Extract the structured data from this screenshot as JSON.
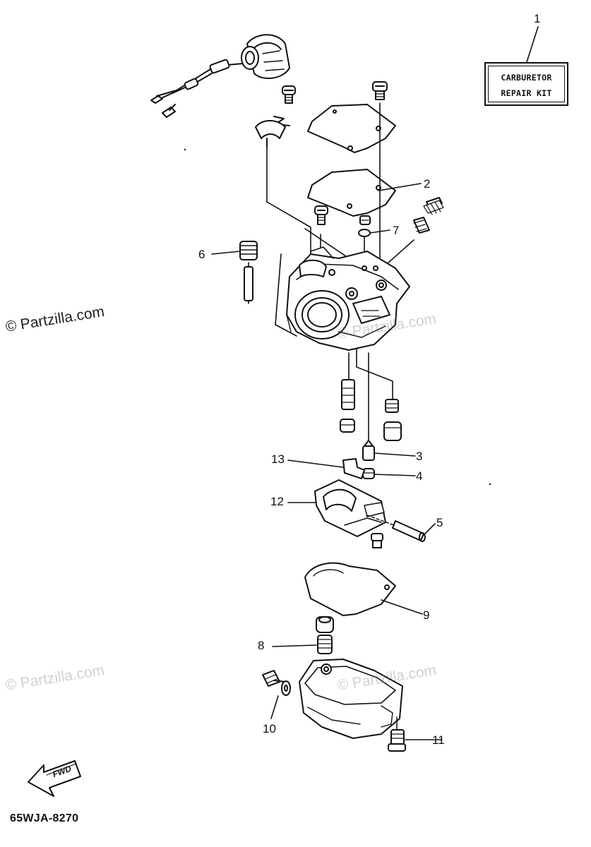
{
  "repair_kit": {
    "line1": "CARBURETOR",
    "line2": "REPAIR KIT"
  },
  "callouts": {
    "c1": "1",
    "c2": "2",
    "c3": "3",
    "c4": "4",
    "c5": "5",
    "c6": "6",
    "c7": "7",
    "c8": "8",
    "c9": "9",
    "c10": "10",
    "c11": "11",
    "c12": "12",
    "c13": "13"
  },
  "fwd_label": "FWD",
  "diagram_code": "65WJA-8270",
  "watermarks": {
    "main": "© Partzilla.com",
    "faint": "© Partzilla.com"
  },
  "colors": {
    "ink": "#111111",
    "background": "#ffffff",
    "watermark_faint": "#c8c8c8"
  }
}
